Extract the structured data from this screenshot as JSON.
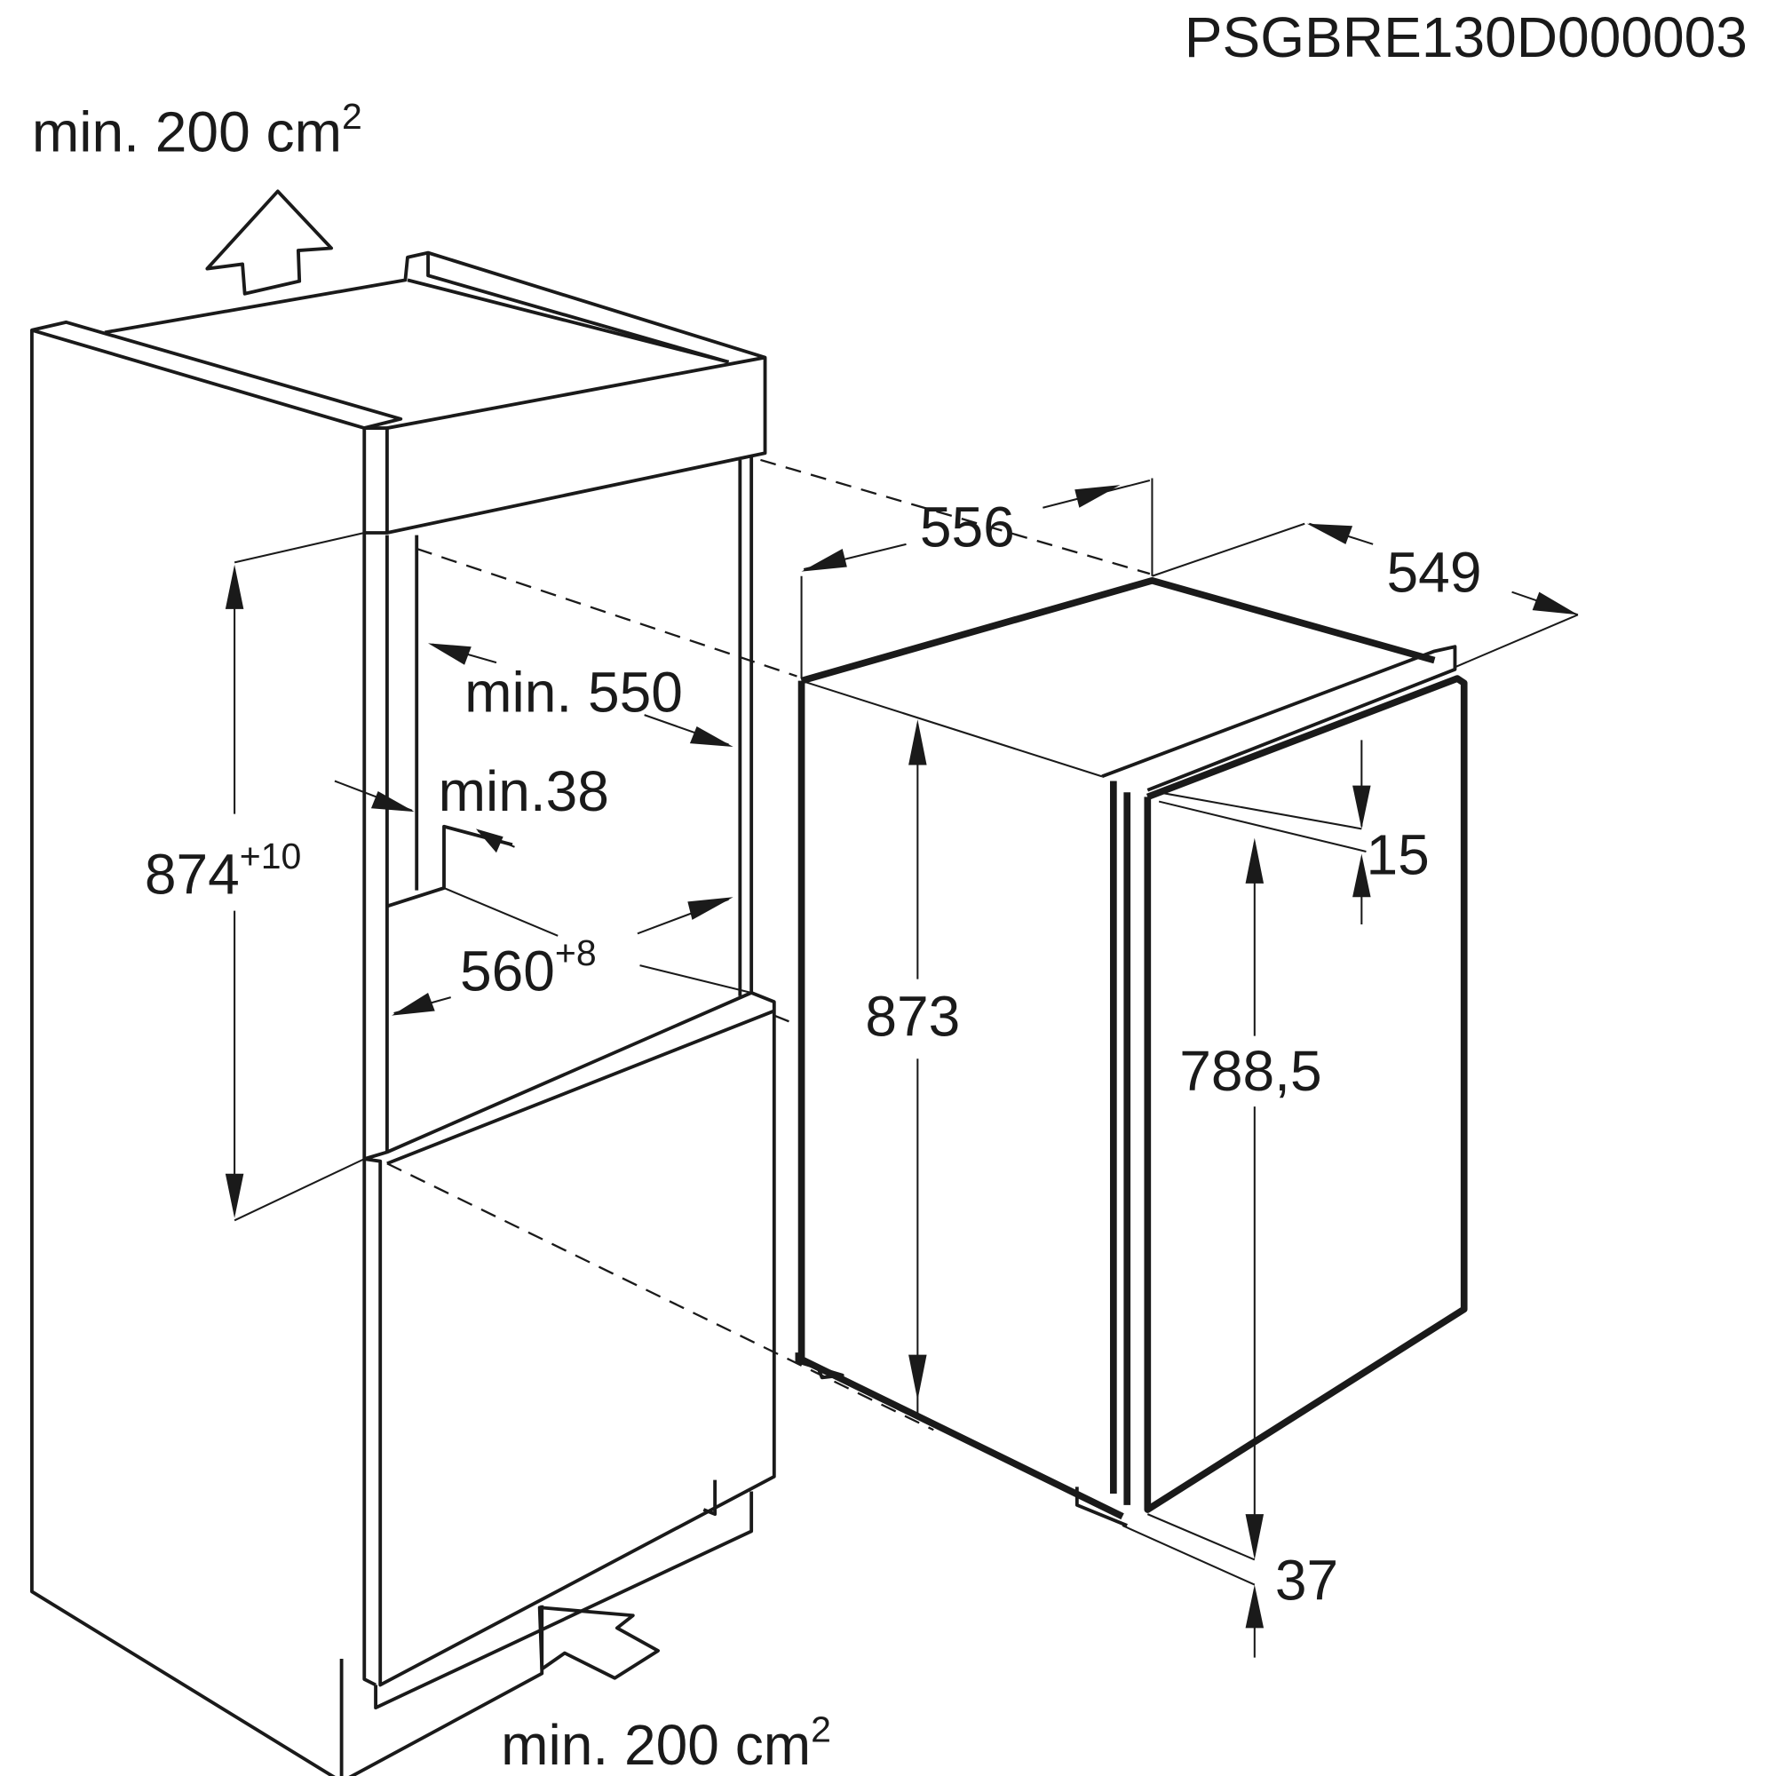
{
  "drawing_code": "PSGBRE130D000003",
  "ventilation_top": {
    "label": "min. 200 cm",
    "sup": "2"
  },
  "ventilation_bottom": {
    "label": "min. 200 cm",
    "sup": "2"
  },
  "niche": {
    "height": {
      "value": "874",
      "tolerance": "+10"
    },
    "width": {
      "value": "560",
      "tolerance": "+8"
    },
    "depth": "min. 550",
    "side_gap": "min.38"
  },
  "appliance": {
    "width": "556",
    "depth": "549",
    "height": "873",
    "door_height": "788,5",
    "top_offset": "15",
    "bottom_offset": "37"
  }
}
